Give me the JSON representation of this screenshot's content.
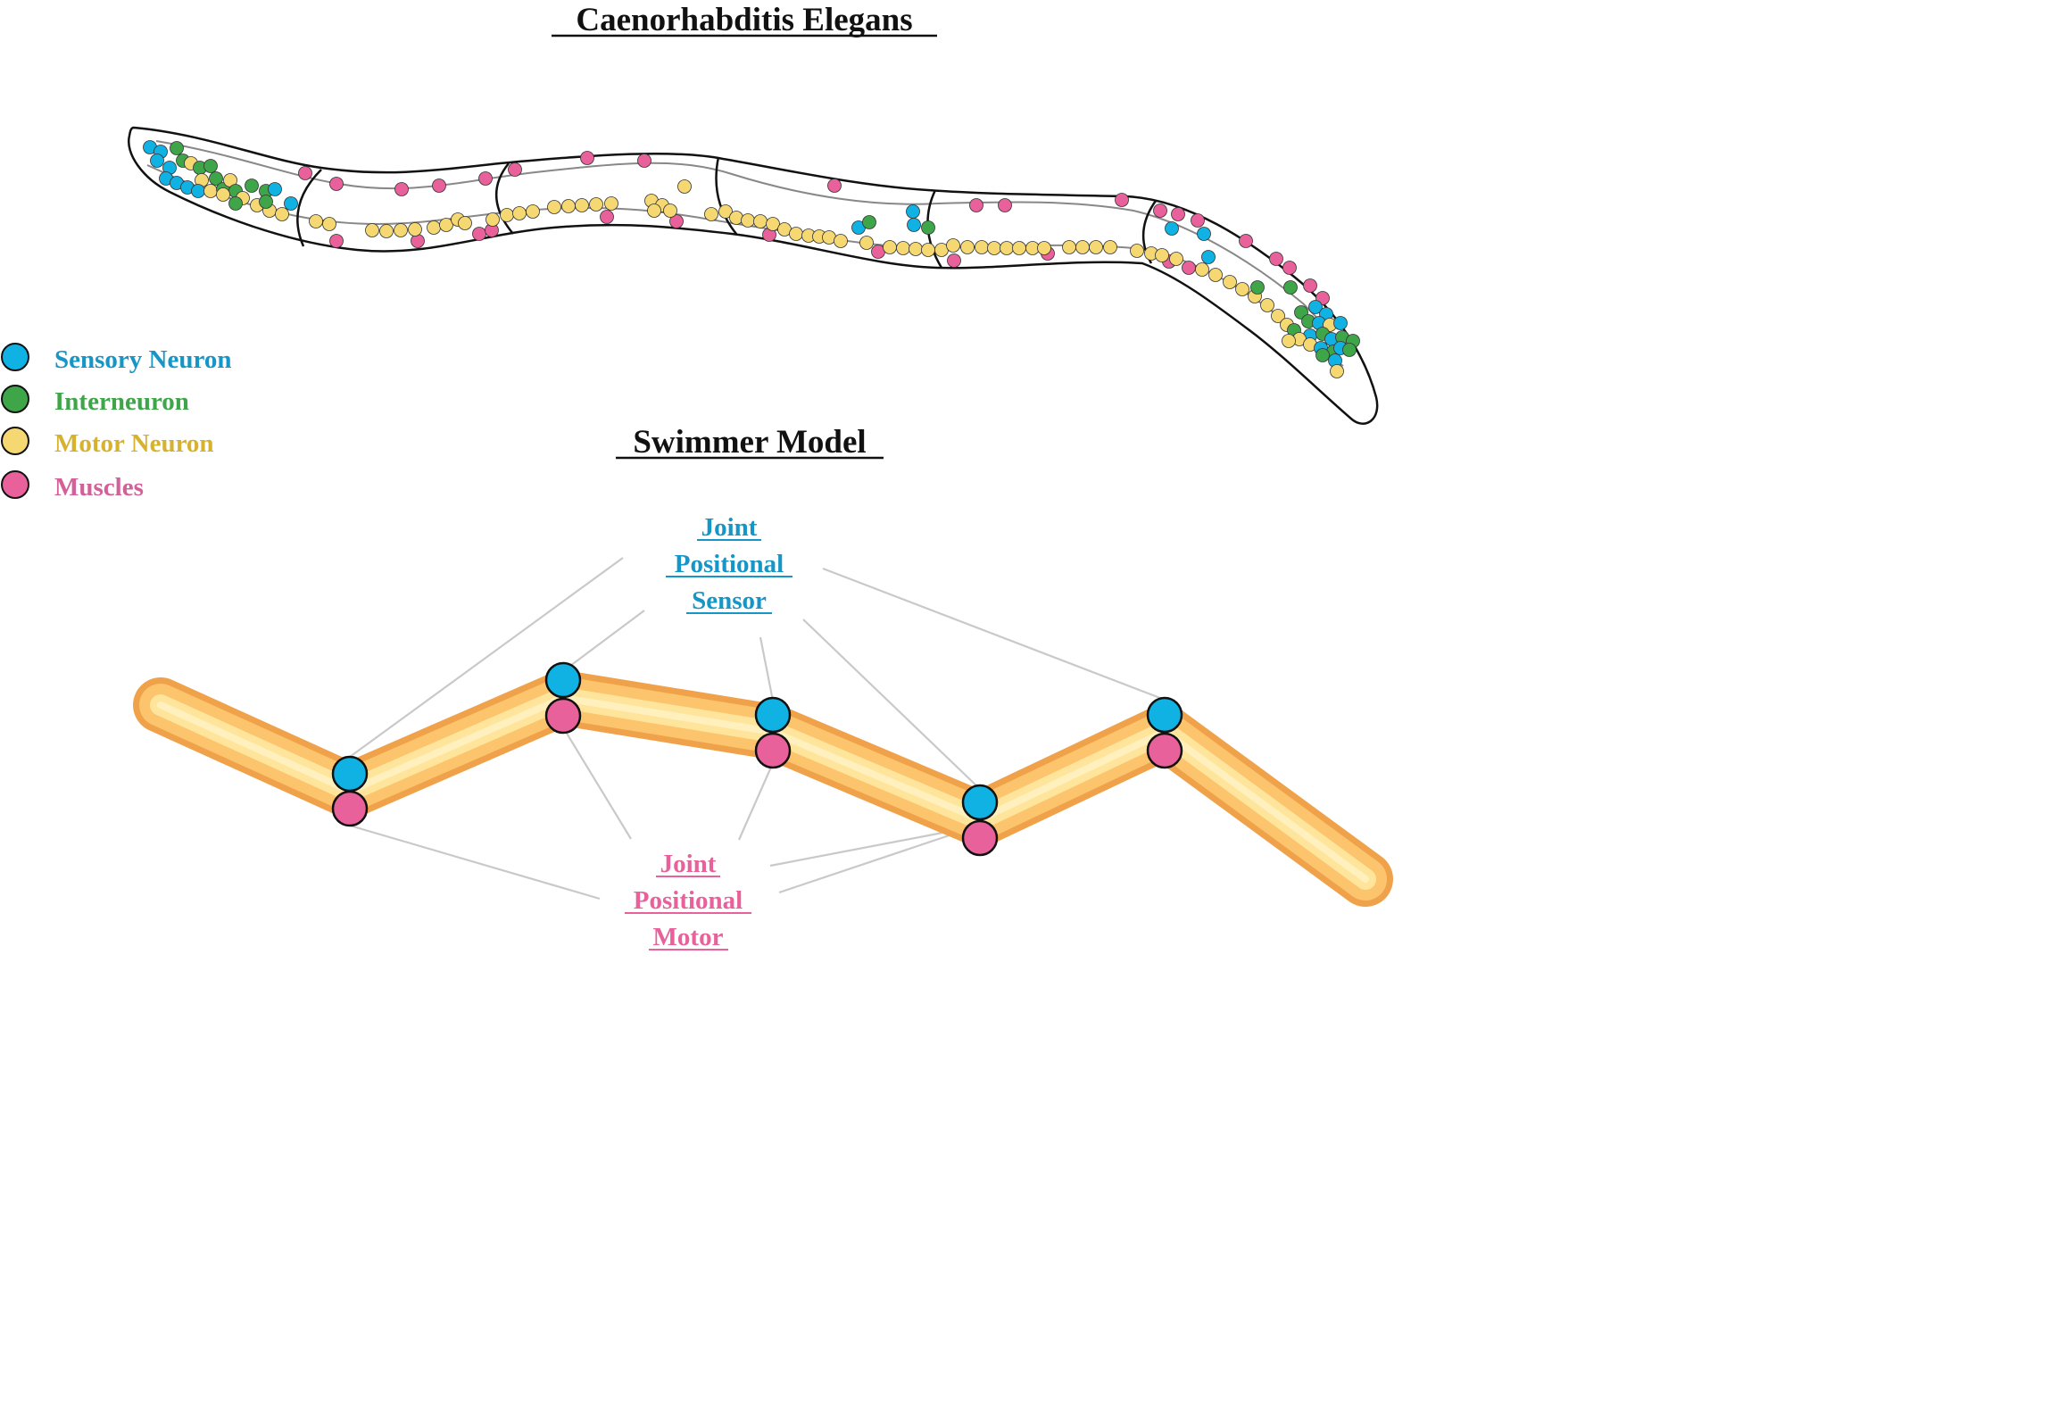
{
  "title": "Caenorhabditis Elegans",
  "subtitle": "Swimmer Model",
  "legend": [
    {
      "label": "Sensory Neuron",
      "color": "#10b2e4",
      "text_color": "#1696c7"
    },
    {
      "label": "Interneuron",
      "color": "#3fa549",
      "text_color": "#3fa549"
    },
    {
      "label": "Motor Neuron",
      "color": "#f6d873",
      "text_color": "#d6b22f"
    },
    {
      "label": "Muscles",
      "color": "#e8619a",
      "text_color": "#d4609a"
    }
  ],
  "sensor_label": [
    "Joint",
    "Positional",
    "Sensor"
  ],
  "motor_label": [
    "Joint",
    "Positional",
    "Motor"
  ],
  "colors": {
    "sensor": "#10b2e4",
    "motor": "#e8619a",
    "interneuron": "#3fa549",
    "motor_neuron": "#f6d873",
    "body_stroke": "#111111",
    "connector": "#c8c8c8",
    "swimmer_body_light": "#ffe99a",
    "swimmer_body_dark": "#f2a64a"
  },
  "icons": {
    "sensor": "blue-circle-icon",
    "motor": "pink-circle-icon"
  }
}
